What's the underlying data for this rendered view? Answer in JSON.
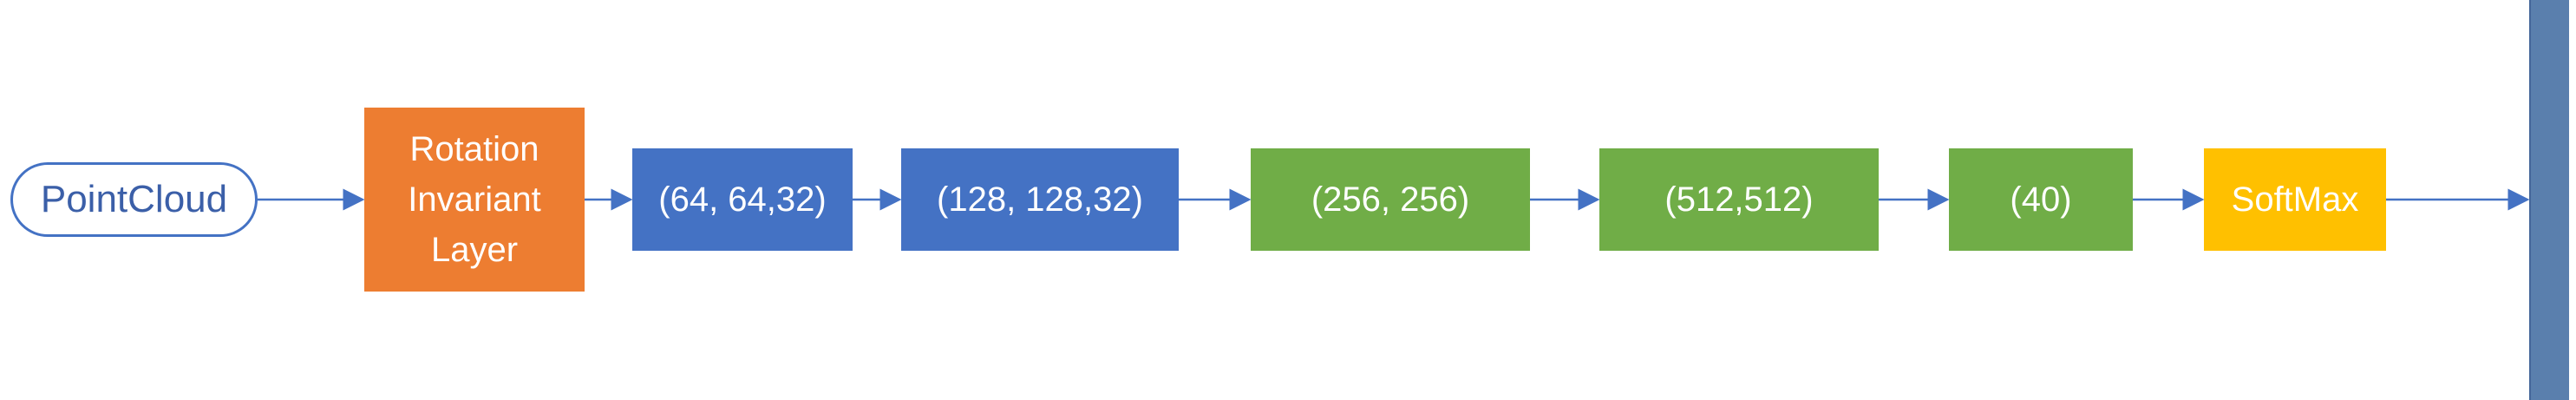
{
  "diagram": {
    "input": {
      "label": "PointCloud"
    },
    "rotation_layer": {
      "lines": [
        "Rotation",
        "Invariant",
        "Layer"
      ]
    },
    "blocks": [
      {
        "label": "(64, 64,32)",
        "color": "#4472c4"
      },
      {
        "label": "(128, 128,32)",
        "color": "#4472c4"
      },
      {
        "label": "(256, 256)",
        "color": "#70ad47"
      },
      {
        "label": "(512,512)",
        "color": "#70ad47"
      },
      {
        "label": "(40)",
        "color": "#70ad47"
      },
      {
        "label": "SoftMax",
        "color": "#ffc000"
      }
    ],
    "colors": {
      "rotation": "#ed7d31",
      "connector": "#4472c4",
      "output_bar": "#5a7fad"
    }
  }
}
